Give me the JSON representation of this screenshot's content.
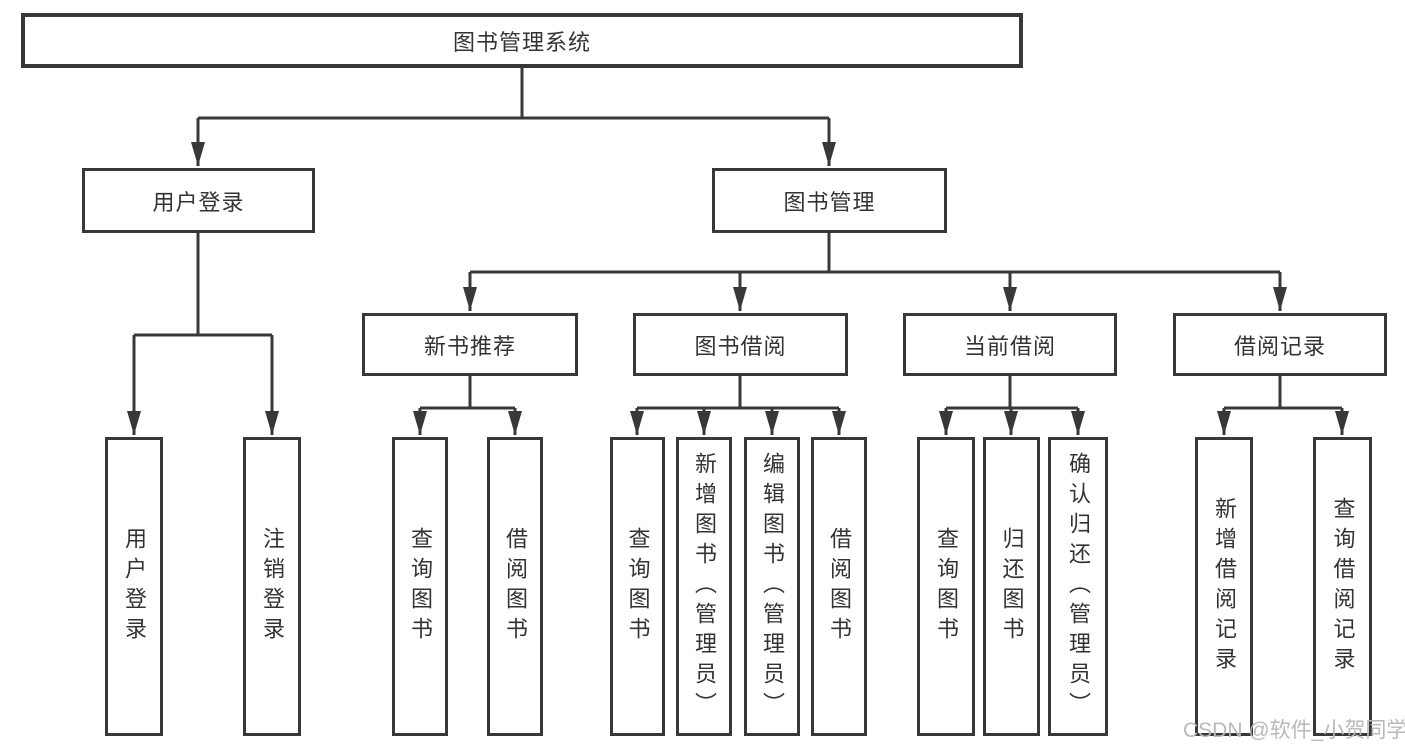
{
  "colors": {
    "line": "#383838",
    "text": "#333333",
    "watermark_gray": "#b9b9b9",
    "background": "#ffffff"
  },
  "tree": {
    "label": "图书管理系统",
    "children": [
      {
        "label": "用户登录",
        "children": [
          {
            "label": "用户登录"
          },
          {
            "label": "注销登录"
          }
        ]
      },
      {
        "label": "图书管理",
        "children": [
          {
            "label": "新书推荐",
            "children": [
              {
                "label": "查询图书"
              },
              {
                "label": "借阅图书"
              }
            ]
          },
          {
            "label": "图书借阅",
            "children": [
              {
                "label": "查询图书"
              },
              {
                "label": "新增图书（管理员）"
              },
              {
                "label": "编辑图书（管理员）"
              },
              {
                "label": "借阅图书"
              }
            ]
          },
          {
            "label": "当前借阅",
            "children": [
              {
                "label": "查询图书"
              },
              {
                "label": "归还图书"
              },
              {
                "label": "确认归还（管理员）"
              }
            ]
          },
          {
            "label": "借阅记录",
            "children": [
              {
                "label": "新增借阅记录"
              },
              {
                "label": "查询借阅记录"
              }
            ]
          }
        ]
      }
    ]
  },
  "watermark": {
    "text": "CSDN @软件_小贺同学"
  }
}
